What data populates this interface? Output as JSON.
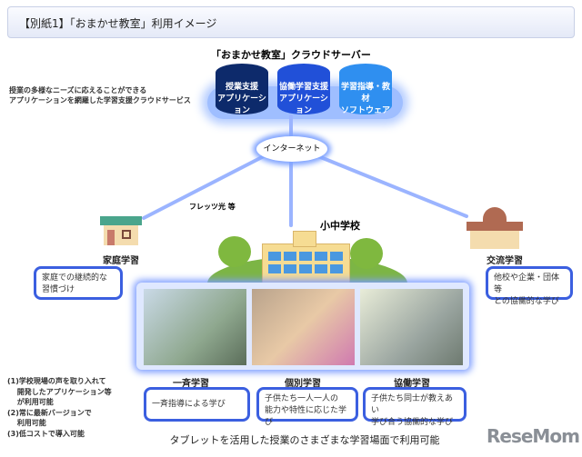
{
  "header": {
    "title": "【別紙1】「おまかせ教室」利用イメージ"
  },
  "server": {
    "title": "「おまかせ教室」クラウドサーバー",
    "cylinders": [
      {
        "line1": "授業支援",
        "line2": "アプリケーション",
        "color": "#0d2a6b"
      },
      {
        "line1": "協働学習支援",
        "line2": "アプリケーション",
        "color": "#2150d8"
      },
      {
        "line1": "学習指導・教材",
        "line2": "ソフトウェア",
        "color": "#2f8ff0"
      }
    ]
  },
  "description": {
    "line1": "授業の多様なニーズに応えることができる",
    "line2": "アプリケーションを網羅した学習支援クラウドサービス"
  },
  "internet": "インターネット",
  "flets": "フレッツ光 等",
  "school": "小中学校",
  "home": {
    "label": "家庭学習",
    "line1": "家庭での継続的な",
    "line2": "習慣づけ"
  },
  "exchange": {
    "label": "交流学習",
    "line1": "他校や企業・団体等",
    "line2": "との協働的な学び"
  },
  "modes": [
    {
      "label": "一斉学習",
      "line1": "一斉指導による学び",
      "line2": ""
    },
    {
      "label": "個別学習",
      "line1": "子供たち一人一人の",
      "line2": "能力や特性に応じた学び"
    },
    {
      "label": "協働学習",
      "line1": "子供たち同士が教えあい",
      "line2": "学び合う協働的な学び"
    }
  ],
  "features": [
    "(1)学校現場の声を取り入れて",
    "　 開発したアプリケーション等",
    "　 が利用可能",
    "(2)常に最新バージョンで",
    "　 利用可能",
    "(3)低コストで導入可能"
  ],
  "caption": "タブレットを活用した授業のさまざまな学習場面で利用可能",
  "logo": "ReseMom",
  "accent": "#3b5fe0"
}
